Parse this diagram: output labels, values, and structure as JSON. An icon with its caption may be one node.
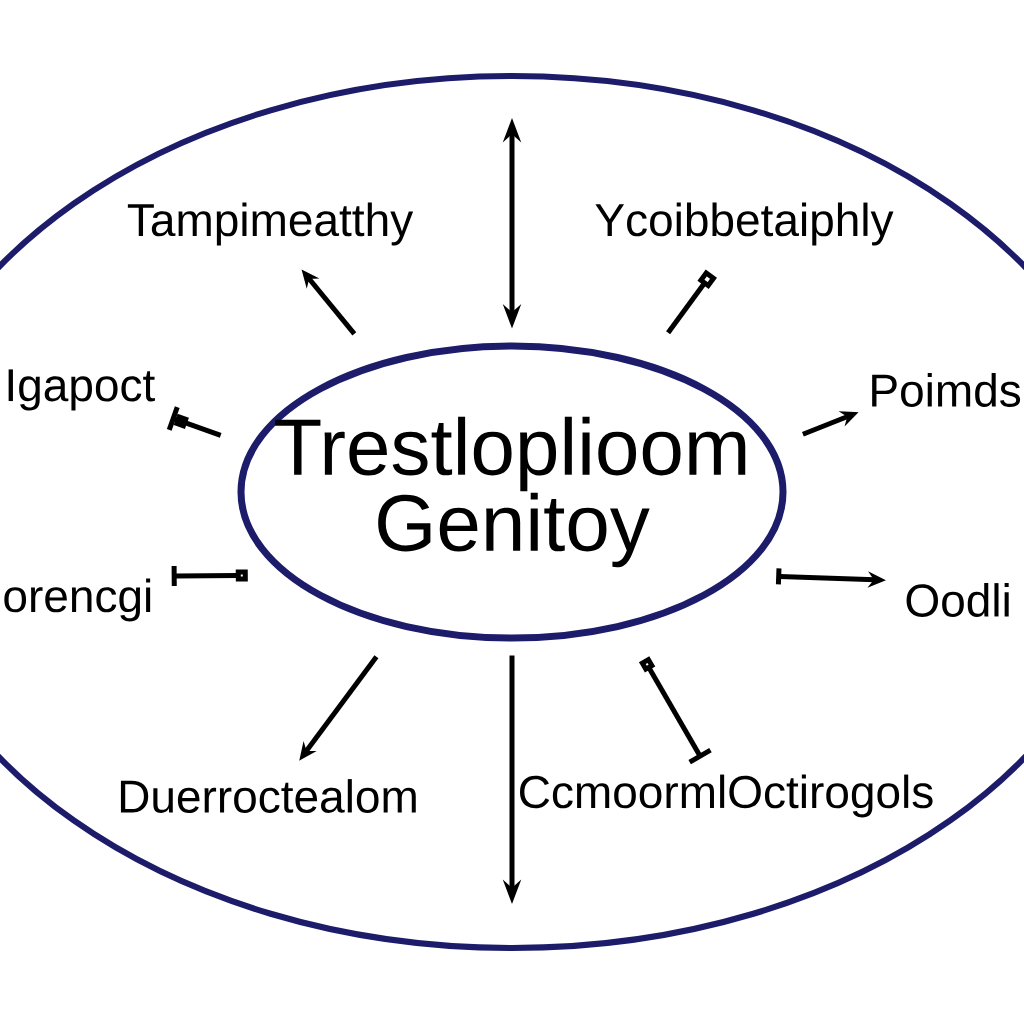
{
  "diagram": {
    "nodes": [
      {
        "text": [],
        "shape": "ellipse"
      },
      {
        "text": [
          "Tampimeatthy"
        ],
        "in": 0
      },
      {
        "text": [
          "Ycoibbetaiphly"
        ],
        "in": 0
      },
      {
        "text": [
          "Igapoct"
        ],
        "in": 0
      },
      {
        "text": [
          "Poimds"
        ],
        "in": 0
      },
      {
        "text": [
          "Trestloplioom Genitoy"
        ],
        "in": 0
      },
      {
        "text": [
          "orencgi"
        ],
        "in": 0
      },
      {
        "text": [
          "Oodli"
        ],
        "in": 0
      },
      {
        "text": [
          "Duerroctealom"
        ],
        "in": 0
      },
      {
        "text": [
          "CcmoormlOctirogols"
        ],
        "in": 0
      }
    ],
    "edges": [
      {
        "from": 5,
        "to": 1,
        "arrow": "to"
      },
      {
        "from": 5,
        "to": 2,
        "arrow": "other"
      },
      {
        "from": 5,
        "to": 3,
        "arrow": "other"
      },
      {
        "from": 5,
        "to": 4,
        "arrow": "to"
      },
      {
        "from": 5,
        "to": 6,
        "arrow": "other"
      },
      {
        "from": 5,
        "to": 7,
        "arrow": "to"
      },
      {
        "from": 5,
        "to": 8,
        "arrow": "to"
      },
      {
        "from": 5,
        "to": 9,
        "arrow": "other"
      },
      {
        "from": 5,
        "to": null,
        "arrow": "both"
      },
      {
        "from": 5,
        "to": null,
        "arrow": "to"
      }
    ]
  }
}
